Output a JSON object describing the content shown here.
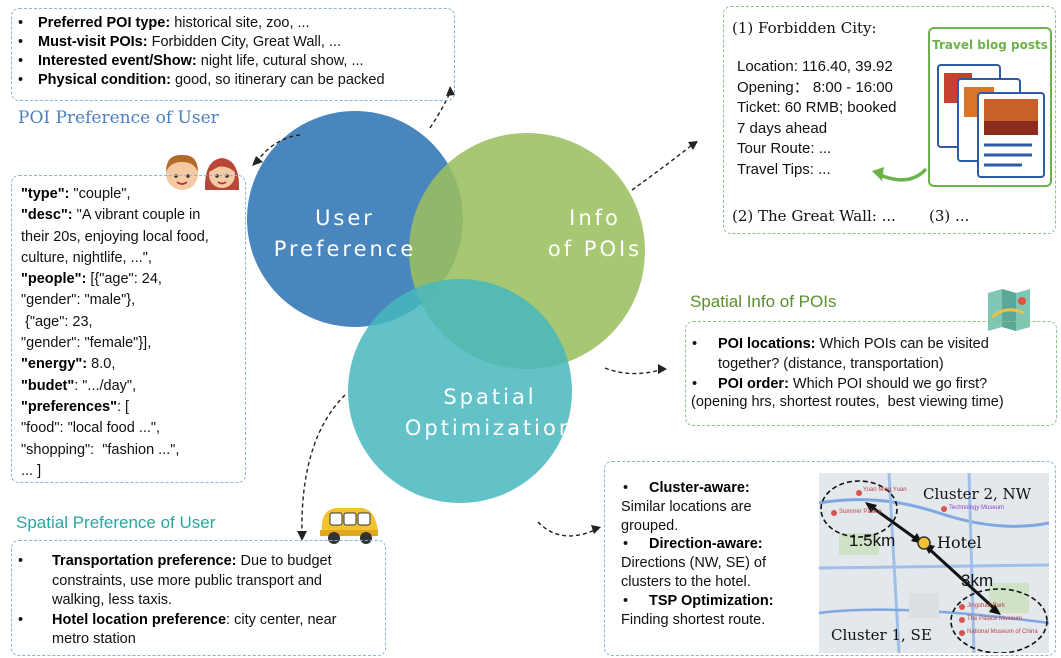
{
  "poi_preference": {
    "title": "POI Preference of User",
    "items": [
      {
        "key": "Preferred POI type:",
        "value": " historical site, zoo, ..."
      },
      {
        "key": "Must-visit POIs:",
        "value": " Forbidden City, Great Wall, ..."
      },
      {
        "key": "Interested event/Show:",
        "value": "  night life, cutural show, ..."
      },
      {
        "key": "Physical condition:",
        "value": " good, so itinerary can be packed"
      }
    ]
  },
  "user_profile": {
    "lines": [
      {
        "k": "\"type\":",
        "v": " \"couple\","
      },
      {
        "k": "\"desc\":",
        "v": " \"A vibrant couple in"
      },
      {
        "k": "",
        "v": "their 20s, enjoying local food,"
      },
      {
        "k": "",
        "v": "culture, nightlife, ...\","
      },
      {
        "k": "\"people\":",
        "v": " [{\"age\": 24,"
      },
      {
        "k": "",
        "v": "\"gender\": \"male\"},"
      },
      {
        "k": "",
        "v": " {\"age\": 23,"
      },
      {
        "k": "",
        "v": "\"gender\": \"female\"}],"
      },
      {
        "k": "\"energy\":",
        "v": " 8.0,"
      },
      {
        "k": "\"budet\"",
        "v": ": \".../day\","
      },
      {
        "k": "\"preferences\"",
        "v": ": ["
      },
      {
        "k": "",
        "v": "\"food\": \"local food ...\","
      },
      {
        "k": "",
        "v": "\"shopping\":  \"fashion ...\","
      },
      {
        "k": "",
        "v": "... ]"
      }
    ]
  },
  "venn": {
    "user_preference": [
      "User",
      "Preference"
    ],
    "info_pois": [
      "Info",
      "of POIs"
    ],
    "spatial_optimization": [
      "Spatial",
      "Optimization"
    ],
    "colors": {
      "blue": "#3f7fba",
      "green": "#9bbf5f",
      "teal": "#47b7bd"
    }
  },
  "poi_info": {
    "heading": "(1) Forbidden City:",
    "lines": [
      "Location: 116.40, 39.92",
      "Opening： 8:00 - 16:00",
      "Ticket: 60 RMB;  booked",
      "7 days ahead",
      "Tour Route: ...",
      "Travel Tips: ..."
    ],
    "footer_2": "(2) The Great Wall: ...",
    "footer_3": "(3) ...",
    "blog_title": "Travel blog posts"
  },
  "spatial_info": {
    "title": "Spatial Info of POIs",
    "items": [
      {
        "key": "POI locations:",
        "value": " Which POIs can be visited",
        "cont": "together? (distance, transportation)"
      },
      {
        "key": "POI order:",
        "value": " Which POI should we go first?",
        "cont": "(opening hrs, shortest routes,  best viewing time)"
      }
    ]
  },
  "spatial_preference": {
    "title": "Spatial Preference of User",
    "items": [
      {
        "key": "Transportation preference:",
        "value": "  Due to budget",
        "cont": [
          "constraints, use more public transport and",
          "walking, less taxis."
        ]
      },
      {
        "key": "Hotel location preference",
        "value": ": city center, near",
        "cont": [
          "metro station"
        ]
      }
    ]
  },
  "optimization": {
    "items": [
      {
        "key": "Cluster-aware:",
        "cont": [
          "Similar locations are",
          "grouped."
        ]
      },
      {
        "key": "Direction-aware:",
        "cont": [
          "Directions (NW, SE) of",
          "clusters to the hotel."
        ]
      },
      {
        "key": "TSP Optimization:",
        "cont": [
          "Finding shortest route."
        ]
      }
    ],
    "map": {
      "cluster_nw": "Cluster 2, NW",
      "cluster_se": "Cluster 1, SE",
      "dist_nw": "1.5km",
      "dist_se": "3km",
      "hotel": "Hotel",
      "poi_1": "Yuan Ming Yuan",
      "poi_2": "Summer Palace",
      "poi_3": "Technology Museum",
      "poi_4": "The Palace Museum",
      "poi_5": "National Museum of China",
      "poi_6": "Jingshan Park"
    }
  }
}
